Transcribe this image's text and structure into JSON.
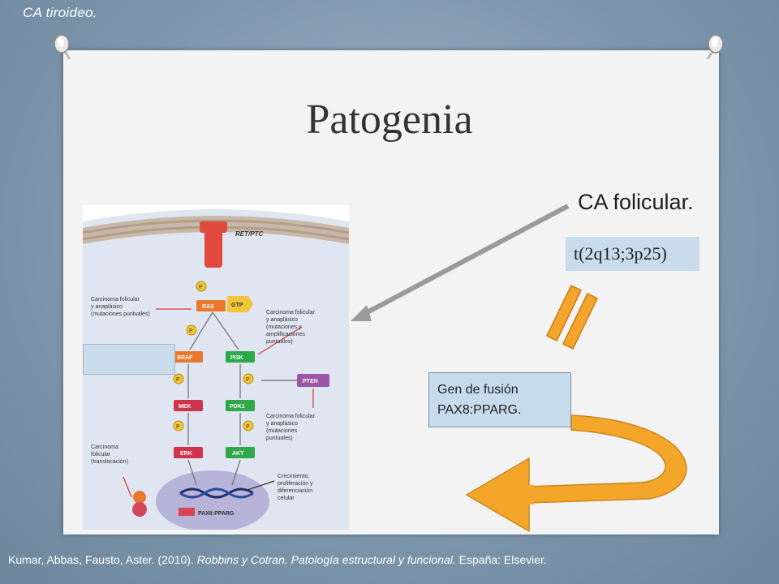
{
  "slide": {
    "top_label": "CA tiroideo.",
    "title": "Patogenia",
    "ca_folicular": "CA folicular.",
    "translocation": "t(2q13;3p25)",
    "gen_fusion_line1": "Gen de fusión",
    "gen_fusion_line2": "PAX8:PPARG."
  },
  "figure": {
    "receptor": "RET/PTC",
    "p": "P",
    "gtp": "GTP",
    "ras": "RAS",
    "braf": "BRAF",
    "pi3k": "PI3K",
    "mek": "MEK",
    "pdk1": "PDK1",
    "erk": "ERK",
    "akt": "AKT",
    "pten": "PTEN",
    "pax8": "PAX8:PPARG",
    "left_note1": [
      "Carcinoma folicular",
      "y anaplásico",
      "(mutaciones puntuales)"
    ],
    "right_note1": [
      "Carcinoma folicular",
      "y anaplásico",
      "(mutaciones y",
      "amplificaciones",
      "puntuales)"
    ],
    "right_note2": [
      "Carcinoma folicular",
      "y anaplásico",
      "(mutaciones",
      "puntuales)"
    ],
    "left_note2": [
      "Carcinoma",
      "folicular",
      "(translocación)"
    ],
    "growth_note": [
      "Crecimiento,",
      "proliferación y",
      "diferenciación",
      "celular"
    ]
  },
  "footer": {
    "authors": "Kumar, Abbas, Fausto, Aster. (2010). ",
    "book": "Robbins y Cotran. Patología estructural y funcional.",
    "publisher": " España: Elsevier."
  }
}
